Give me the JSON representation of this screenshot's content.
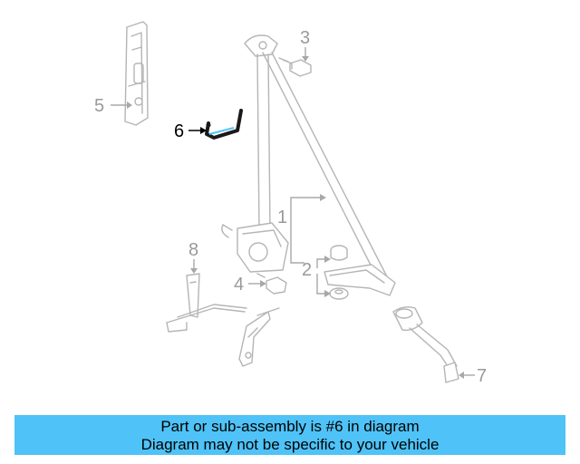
{
  "diagram": {
    "callouts": {
      "c1": "1",
      "c2": "2",
      "c3": "3",
      "c4": "4",
      "c5": "5",
      "c6": "6",
      "c7": "7",
      "c8": "8"
    },
    "highlighted_part": "6",
    "highlight_color": "#4fc3f7",
    "line_color": "#b5b5b5"
  },
  "banner": {
    "line1": "Part or sub-assembly is #6 in diagram",
    "line2": "Diagram may not be specific to your vehicle",
    "background": "#4fc3f7"
  }
}
